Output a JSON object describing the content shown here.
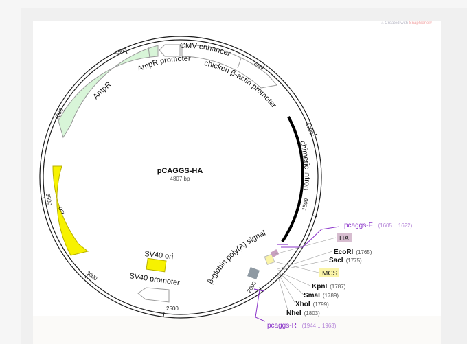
{
  "plasmid": {
    "name": "pCAGGS-HA",
    "length": "4807 bp"
  },
  "ticks": [
    {
      "pos": 500,
      "label": "500"
    },
    {
      "pos": 1000,
      "label": "1000"
    },
    {
      "pos": 1500,
      "label": "1500"
    },
    {
      "pos": 2000,
      "label": "2000"
    },
    {
      "pos": 2500,
      "label": "2500"
    },
    {
      "pos": 3000,
      "label": "3000"
    },
    {
      "pos": 3500,
      "label": "3500"
    },
    {
      "pos": 4000,
      "label": "4000"
    },
    {
      "pos": 4500,
      "label": "4500"
    }
  ],
  "features": {
    "cmv_enhancer": "CMV enhancer",
    "chicken_actin": "chicken β-actin promoter",
    "chimeric_intron": "chimeric intron",
    "globin_polya": "β-globin poly(A) signal",
    "sv40_promoter": "SV40 promoter",
    "sv40_ori": "SV40 ori",
    "ori": "ori",
    "ampr": "AmpR",
    "ampr_promoter": "AmpR promoter"
  },
  "primers": {
    "fwd": {
      "name": "pcaggs-F",
      "pos": "(1605 .. 1622)"
    },
    "rev": {
      "name": "pcaggs-R",
      "pos": "(1944 .. 1963)"
    }
  },
  "boxes": {
    "ha": "HA",
    "mcs": "MCS"
  },
  "sites": [
    {
      "name": "EcoRI",
      "pos": "(1765)"
    },
    {
      "name": "SacI",
      "pos": "(1775)"
    },
    {
      "name": "KpnI",
      "pos": "(1787)"
    },
    {
      "name": "SmaI",
      "pos": "(1789)"
    },
    {
      "name": "XhoI",
      "pos": "(1799)"
    },
    {
      "name": "NheI",
      "pos": "(1803)"
    }
  ],
  "watermark": {
    "prefix": "Created with ",
    "brand": "SnapGene®"
  },
  "colors": {
    "backbone": "#1c1c1c",
    "feature_outline": "#9a9a9a",
    "ampr_fill": "#d8f5d8",
    "ori_fill": "#f7f200",
    "sv40_ori_fill": "#f7f200",
    "intron": "#000000",
    "primer": "#8b35c9",
    "ha_fill": "#d7bdd0",
    "mcs_fill": "#faf4a8",
    "polya_fill": "#8f9aa3"
  }
}
